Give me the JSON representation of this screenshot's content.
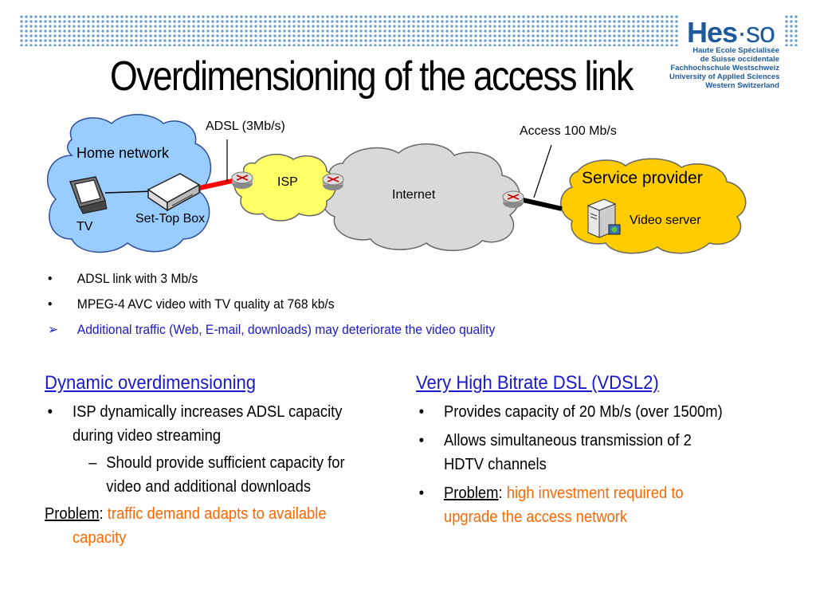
{
  "slide": {
    "title": "Overdimensioning of the access link"
  },
  "logo": {
    "main": "Hes",
    "dot": "·",
    "suffix": "so",
    "lines": [
      "Haute Ecole Spécialisée",
      "de Suisse occidentale",
      "Fachhochschule Westschweiz",
      "University of Applied Sciences",
      "Western Switzerland"
    ]
  },
  "diagram": {
    "home_network": "Home network",
    "tv": "TV",
    "set_top_box": "Set-Top Box",
    "adsl": "ADSL (3Mb/s)",
    "isp": "ISP",
    "internet": "Internet",
    "access": "Access 100 Mb/s",
    "service_provider": "Service provider",
    "video_server": "Video server"
  },
  "bullets": [
    {
      "marker": "•",
      "text": "ADSL link with 3 Mb/s"
    },
    {
      "marker": "•",
      "text": "MPEG-4 AVC video with TV quality at 768 kb/s"
    },
    {
      "marker": "➢",
      "text": "Additional traffic (Web, E-mail, downloads) may deteriorate the video quality"
    }
  ],
  "left_column": {
    "heading": "Dynamic overdimensioning",
    "item1_marker": "•",
    "item1_line1": "ISP dynamically increases ADSL capacity",
    "item1_line2": "during video streaming",
    "sub_marker": "–",
    "sub_line1": "Should provide sufficient capacity for",
    "sub_line2": "video and additional downloads",
    "problem_label": "Problem",
    "problem_colon": ":",
    "problem_line1": "traffic demand adapts to available",
    "problem_line2": "capacity"
  },
  "right_column": {
    "heading": "Very High Bitrate DSL (VDSL2)",
    "item1_marker": "•",
    "item1": "Provides capacity of 20 Mb/s (over 1500m)",
    "item2_marker": "•",
    "item2_line1": "Allows simultaneous transmission of 2",
    "item2_line2": "HDTV channels",
    "item3_marker": "•",
    "problem_label": "Problem",
    "problem_colon": ":",
    "problem_line1": "high investment required to",
    "problem_line2": "upgrade the access network"
  },
  "colors": {
    "home_cloud": "#99ccff",
    "isp_cloud": "#ffff66",
    "internet_cloud": "#d9d9d9",
    "provider_cloud": "#ffcc00",
    "adsl_link": "#ff0000",
    "access_link": "#000000",
    "heading_blue": "#1a1acc",
    "accent_orange": "#ff6600",
    "logo_blue": "#1f5a9c"
  }
}
